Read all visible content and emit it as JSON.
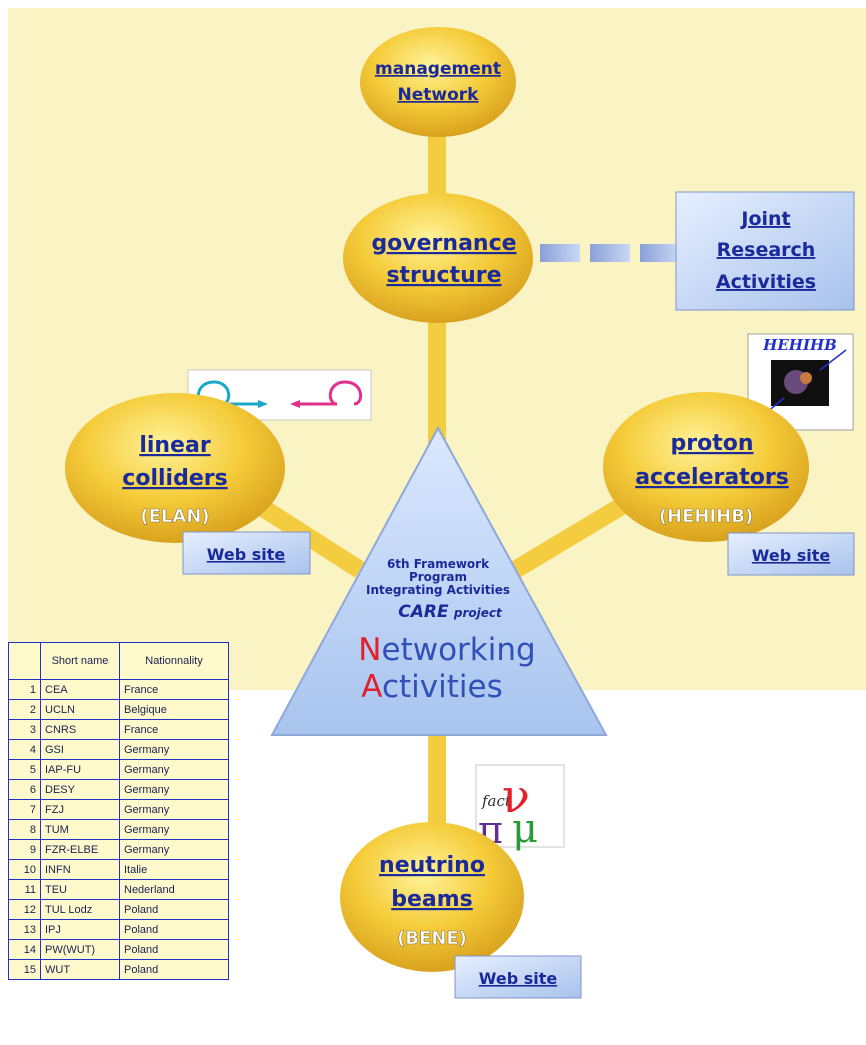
{
  "nodes": {
    "management": {
      "line1": "management",
      "line2": "Network"
    },
    "governance": {
      "line1": "governance",
      "line2": "structure"
    },
    "jra": {
      "line1": "Joint",
      "line2": "Research",
      "line3": "Activities"
    },
    "linear": {
      "line1": "linear",
      "line2": "colliders",
      "sub": "(ELAN)",
      "web": "Web site"
    },
    "proton": {
      "line1": "proton",
      "line2": "accelerators",
      "sub": "(HEHIHB)",
      "web": "Web site"
    },
    "neutrino": {
      "line1": "neutrino",
      "line2": "beams",
      "sub": "(BENE)",
      "web": "Web site"
    }
  },
  "center": {
    "line1": "6th Framework",
    "line2": "Program",
    "line3": "Integrating Activities",
    "care": "CARE",
    "project": "project",
    "n_letter": "N",
    "n_rest": "etworking",
    "a_letter": "A",
    "a_rest": "ctivities"
  },
  "logos": {
    "hehihb": "HEHIHB",
    "neutrino_logo_text": "fact"
  },
  "colors": {
    "node_fill": "#f5c838",
    "node_text": "#1a2a9a",
    "box_fill": "#c4d6f4",
    "triangle_fill": "#b8cff0",
    "background": "#faf3c4",
    "connector": "#f3cc40"
  },
  "table": {
    "headers": [
      "",
      "Short name",
      "Nationnality"
    ],
    "rows": [
      [
        "1",
        "CEA",
        "France"
      ],
      [
        "2",
        "UCLN",
        "Belgique"
      ],
      [
        "3",
        "CNRS",
        "France"
      ],
      [
        "4",
        "GSI",
        "Germany"
      ],
      [
        "5",
        "IAP-FU",
        "Germany"
      ],
      [
        "6",
        "DESY",
        "Germany"
      ],
      [
        "7",
        "FZJ",
        "Germany"
      ],
      [
        "8",
        "TUM",
        "Germany"
      ],
      [
        "9",
        "FZR-ELBE",
        "Germany"
      ],
      [
        "10",
        "INFN",
        "Italie"
      ],
      [
        "11",
        "TEU",
        "Nederland"
      ],
      [
        "12",
        "TUL Lodz",
        "Poland"
      ],
      [
        "13",
        "IPJ",
        "Poland"
      ],
      [
        "14",
        "PW(WUT)",
        "Poland"
      ],
      [
        "15",
        "WUT",
        "Poland"
      ]
    ]
  }
}
